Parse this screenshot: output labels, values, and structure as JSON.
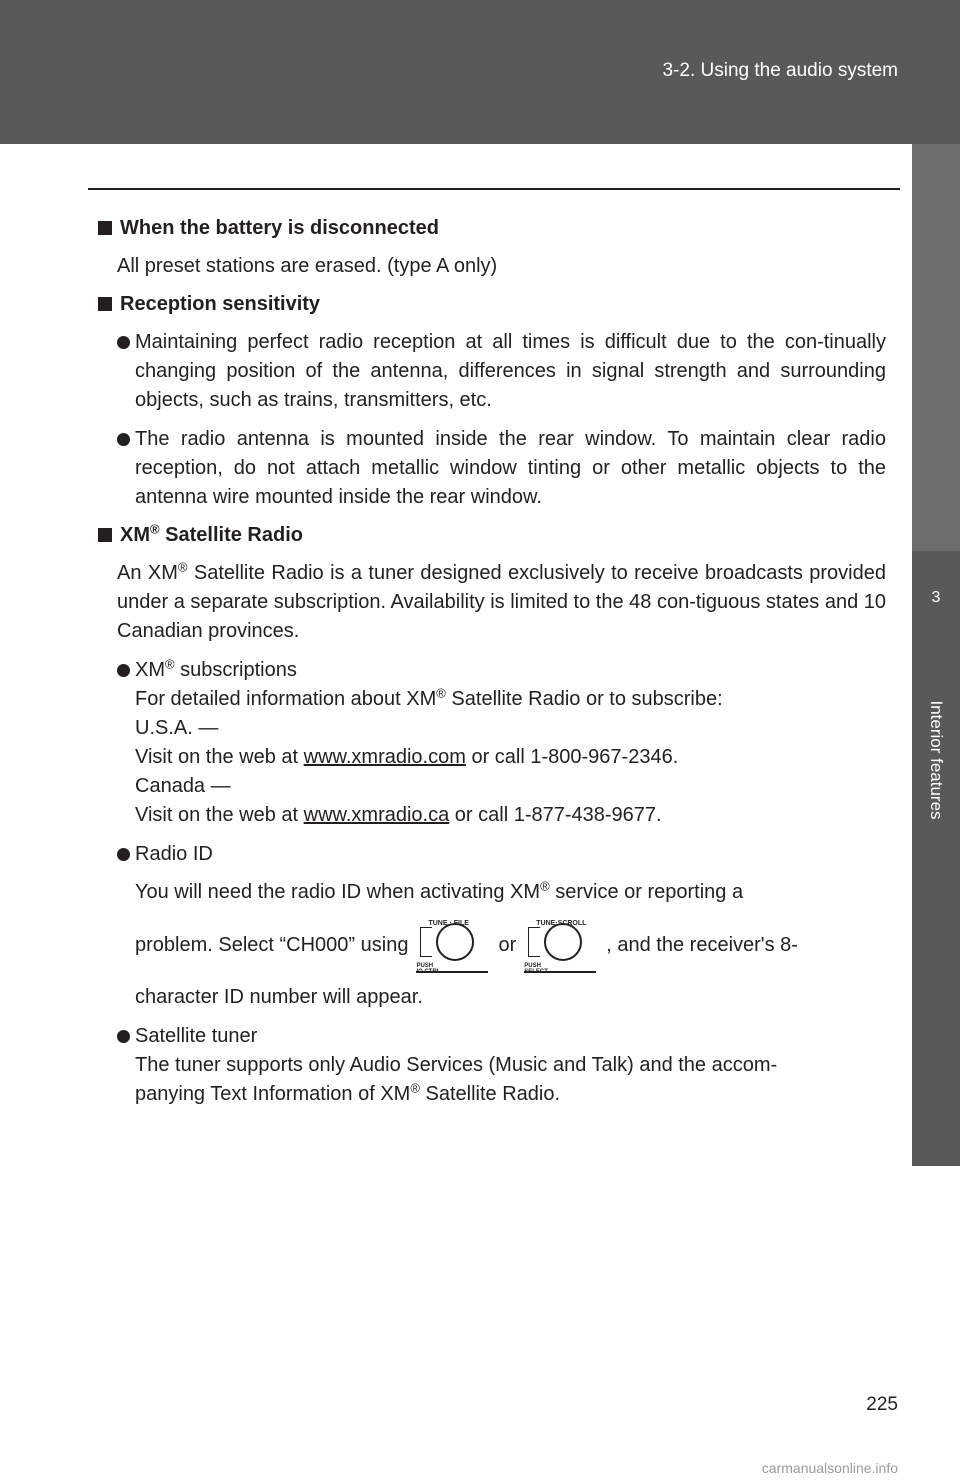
{
  "header": {
    "section_title": "3-2. Using the audio system"
  },
  "side_tab": {
    "chapter_number": "3",
    "chapter_label": "Interior features"
  },
  "battery": {
    "heading": "When the battery is disconnected",
    "text": "All preset stations are erased. (type A only)"
  },
  "reception": {
    "heading": "Reception sensitivity",
    "bullet1": "Maintaining perfect radio reception at all times is difficult due to the con-tinually changing position of the antenna, differences in signal strength and surrounding objects, such as trains, transmitters, etc.",
    "bullet2": "The radio antenna is mounted inside the rear window. To maintain clear radio reception, do not attach metallic window tinting or other metallic objects to the antenna wire mounted inside the rear window."
  },
  "xm": {
    "heading_pre": "XM",
    "reg": "®",
    "heading_post": " Satellite Radio",
    "intro_pre": "An XM",
    "intro_post": " Satellite Radio is a tuner designed exclusively to receive broadcasts provided under a separate subscription. Availability is limited to the 48 con-tiguous states and 10 Canadian provinces.",
    "subs_pre": "XM",
    "subs_post": " subscriptions",
    "subs_info_pre": "For detailed information about XM",
    "subs_info_post": " Satellite Radio or to subscribe:",
    "usa_label": "U.S.A. —",
    "usa_visit": "Visit on the web at ",
    "usa_link": "www.xmradio.com",
    "usa_call": " or call 1-800-967-2346.",
    "canada_label": "Canada —",
    "canada_visit": "Visit on the web at ",
    "canada_link": "www.xmradio.ca",
    "canada_call": " or call 1-877-438-9677.",
    "radio_id_label": "Radio ID",
    "radio_id_pre": "You will need the radio ID when activating XM",
    "radio_id_post": " service or reporting a",
    "problem_text": "problem. Select “CH000” using",
    "or_text": "or",
    "receiver_text": ", and the receiver's 8-",
    "char_id_text": "character ID number will appear.",
    "knob1": {
      "top_label": "TUNE · FILE",
      "bottom_label_1": "PUSH",
      "bottom_label_2": "IO CTRL"
    },
    "knob2": {
      "top_label": "TUNE·SCROLL",
      "bottom_label_1": "PUSH",
      "bottom_label_2": "SELECT"
    },
    "tuner_label": "Satellite tuner",
    "tuner_text": "The tuner supports only Audio Services (Music and Talk) and the accom-",
    "tuner_text2_pre": "panying Text Information of XM",
    "tuner_text2_post": " Satellite Radio."
  },
  "footer": {
    "page_number": "225",
    "watermark": "carmanualsonline.info"
  }
}
